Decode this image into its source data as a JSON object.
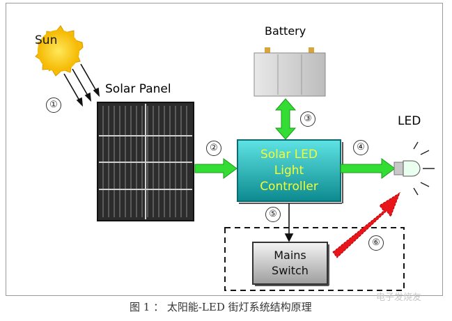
{
  "labels": {
    "sun": "Sun",
    "solar_panel": "Solar Panel",
    "battery": "Battery",
    "led": "LED",
    "controller_lines": [
      "Solar LED",
      "Light",
      "Controller"
    ],
    "switch_lines": [
      "Mains",
      "Switch"
    ]
  },
  "steps": [
    "①",
    "②",
    "③",
    "④",
    "⑤",
    "⑥"
  ],
  "caption": "图 1 ： 太阳能-LED 街灯系统结构原理",
  "watermark": "电子发烧友",
  "colors": {
    "sun_fill": "#ffd21e",
    "panel": "#3a3a3a",
    "flow_arrow": "#33dd33",
    "controller": "#18b6b6",
    "controller_text": "#f5ff30",
    "mains_arrow": "#e8161a",
    "battery": "#d8d8d8"
  }
}
